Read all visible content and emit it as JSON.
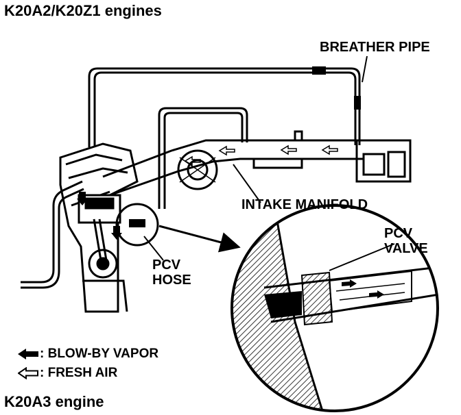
{
  "titles": {
    "top": "K20A2/K20Z1 engines",
    "bottom": "K20A3 engine"
  },
  "labels": {
    "breather_pipe": "BREATHER PIPE",
    "intake_manifold": "INTAKE MANIFOLD",
    "pcv_hose_line1": "PCV",
    "pcv_hose_line2": "HOSE",
    "pcv_valve_line1": "PCV",
    "pcv_valve_line2": "VALVE"
  },
  "legend": {
    "blow_by": ": BLOW-BY VAPOR",
    "fresh_air": ": FRESH AIR"
  }
}
